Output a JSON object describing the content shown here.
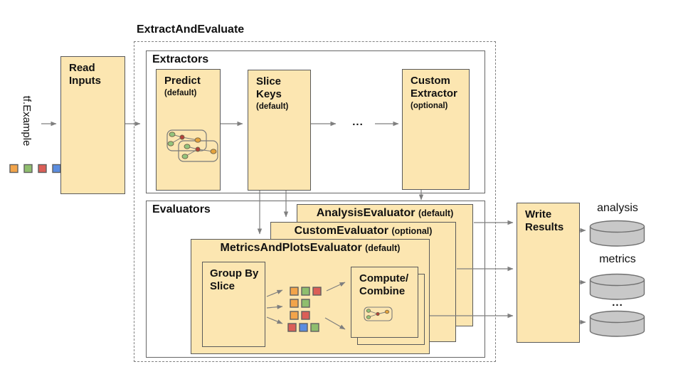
{
  "palette": {
    "box_fill": "#FCE6B1",
    "box_border": "#5A5A5A",
    "container_border": "#666666",
    "dashed_border": "#808080",
    "arrow": "#7F7F7F",
    "square_orange": "#F2A44A",
    "square_green": "#8FBE6E",
    "square_red": "#DB5E57",
    "square_blue": "#5B8DE0",
    "square_border": "#5F5F5F",
    "node_green": "#93C47D",
    "node_red": "#B5413A",
    "node_yellow": "#E5A33C",
    "node_border": "#6E6248",
    "icon_frame": "#7A7A7A",
    "cylinder_fill": "#C8C8C8",
    "cylinder_border": "#707070"
  },
  "source": {
    "label": "tf.Example",
    "squares": [
      "orange",
      "green",
      "red",
      "blue"
    ]
  },
  "read_inputs": {
    "title": "Read Inputs"
  },
  "pipeline": {
    "title": "ExtractAndEvaluate"
  },
  "extractors": {
    "label": "Extractors",
    "predict": {
      "title": "Predict",
      "qualifier": "(default)"
    },
    "slice_keys": {
      "title": "Slice Keys",
      "qualifier": "(default)"
    },
    "ellipsis": "...",
    "custom_extractor": {
      "title": "Custom Extractor",
      "qualifier": "(optional)"
    }
  },
  "evaluators": {
    "label": "Evaluators",
    "analysis_evaluator": {
      "title": "AnalysisEvaluator",
      "qualifier": "(default)"
    },
    "custom_evaluator": {
      "title": "CustomEvaluator",
      "qualifier": "(optional)"
    },
    "metrics_plots_evaluator": {
      "title": "MetricsAndPlotsEvaluator",
      "qualifier": "(default)"
    },
    "group_by_slice": {
      "title": "Group By Slice"
    },
    "compute_combine": {
      "lines": [
        "Compute/",
        "Combine"
      ]
    },
    "slice_groups": [
      [
        "orange",
        "green",
        "red"
      ],
      [
        "orange",
        "green"
      ],
      [
        "orange",
        "red"
      ],
      [
        "red",
        "blue",
        "green"
      ]
    ]
  },
  "outputs": {
    "write_results": {
      "title": "Write Results"
    },
    "stores": [
      {
        "label": "analysis"
      },
      {
        "label": "metrics"
      },
      {
        "label": "..."
      }
    ]
  }
}
